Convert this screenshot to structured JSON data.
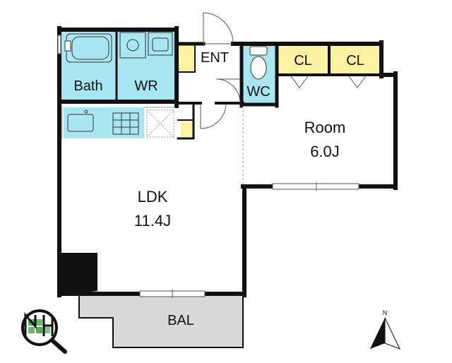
{
  "rooms": {
    "bath": "Bath",
    "wr": "WR",
    "ent": "ENT",
    "wc": "WC",
    "cl1": "CL",
    "cl2": "CL",
    "room": "Room",
    "room_size": "6.0J",
    "ldk": "LDK",
    "ldk_size": "11.4J",
    "bal": "BAL"
  },
  "compass": {
    "north": "N"
  },
  "colors": {
    "wet_area": "#a8e6f2",
    "closet": "#fbf3a2",
    "balcony": "#d9d9d9",
    "wall": "#111111",
    "logo_green": "#4caf50"
  },
  "icons": [
    "bathtub-icon",
    "washbasin-icon",
    "toilet-icon",
    "kitchen-sink-icon",
    "stove-icon",
    "door-swing-icon",
    "compass-icon",
    "logo-icon"
  ]
}
